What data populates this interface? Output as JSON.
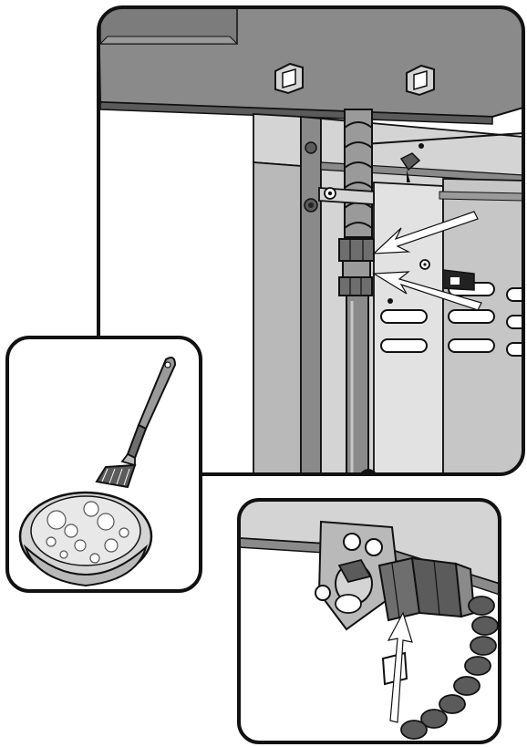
{
  "figure": {
    "panels": [
      {
        "name": "main-view",
        "depicts": "grill-underside-with-gas-line-and-regulator-fittings",
        "callout_arrows": 2
      },
      {
        "name": "brush-inset",
        "depicts": "basting-brush-and-bowl-of-soapy-water",
        "callout_arrows": 0
      },
      {
        "name": "valve-inset",
        "depicts": "gas-hose-connection-to-valve",
        "callout_arrows": 1
      }
    ],
    "colors": {
      "outline": "#111111",
      "panel_gray": "#8a8a8a",
      "light_gray": "#d4d4d4",
      "mid_gray": "#b9b9b9",
      "dark_gray": "#5b5b5b",
      "arrow": "#ffffff",
      "background": "#ffffff"
    }
  }
}
